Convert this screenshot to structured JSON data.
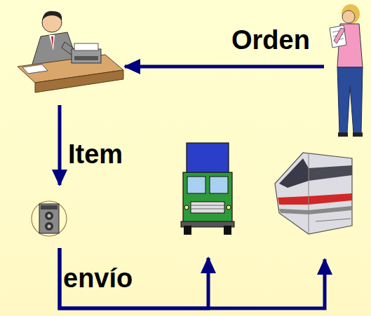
{
  "diagram": {
    "nodes": [
      {
        "text": []
      },
      {
        "text": []
      },
      {
        "text": []
      },
      {
        "text": []
      },
      {
        "text": []
      }
    ],
    "edges": [
      {
        "from": 1,
        "to": 0,
        "label": "Orden",
        "arrow": "to"
      },
      {
        "from": 0,
        "to": 2,
        "label": "Item",
        "arrow": "to"
      },
      {
        "from": 2,
        "to": 3,
        "label": "envío",
        "arrow": "to"
      },
      {
        "from": 2,
        "to": 4,
        "arrow": "to"
      }
    ]
  }
}
